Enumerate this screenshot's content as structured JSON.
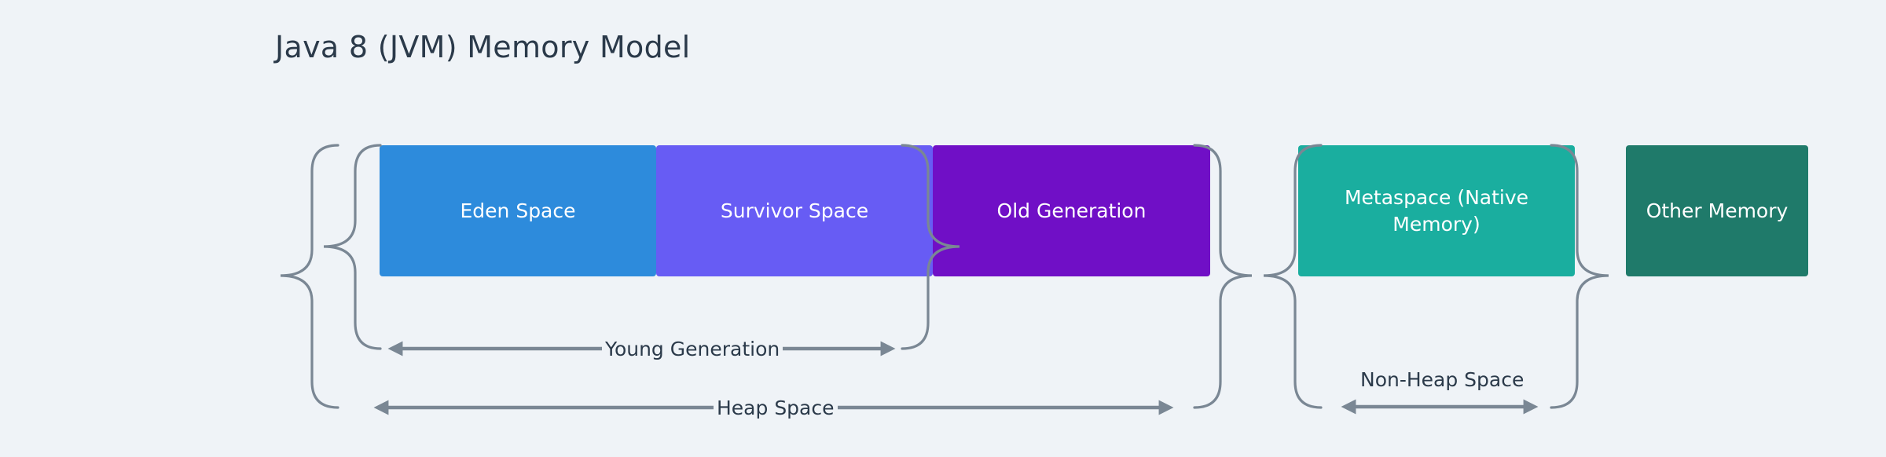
{
  "title": "Java 8 (JVM) Memory Model",
  "colors": {
    "background": "#eff3f7",
    "text": "#2b3a4a",
    "connector": "#7a8794",
    "eden": "#2d8bdc",
    "survivor": "#675cf4",
    "old": "#700fc6",
    "metaspace": "#1aae9f",
    "other": "#1f7a6a"
  },
  "blocks": [
    {
      "id": "eden",
      "label": "Eden Space"
    },
    {
      "id": "survivor",
      "label": "Survivor Space"
    },
    {
      "id": "old",
      "label": "Old  Generation"
    },
    {
      "id": "metaspace",
      "label": "Metaspace (Native\nMemory)"
    },
    {
      "id": "other",
      "label": "Other Memory"
    }
  ],
  "labels": {
    "young": "Young Generation",
    "heap": "Heap Space",
    "nonheap": "Non-Heap Space"
  }
}
